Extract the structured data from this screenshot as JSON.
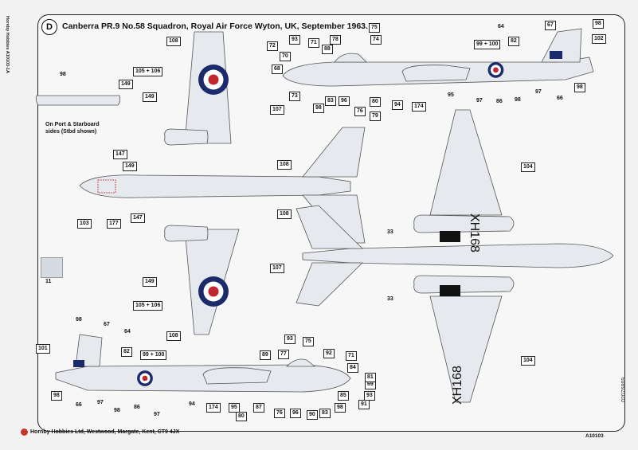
{
  "sheet_letter": "D",
  "title": "Canberra PR.9 No.58 Squadron, Royal Air Force Wyton, UK, September 1963.",
  "side_text": "Hornby Hobbies A10103-1A",
  "note": "On Port & Starboard sides (Stbd shown)",
  "color_swatch": {
    "number": "11",
    "color": "#d6dbe3"
  },
  "serial_marking": "XH168",
  "footer": "Hornby Hobbies Ltd, Westwood, Margate, Kent, CT9 4JX",
  "part_code": "A10103",
  "barcode_number": "02076869",
  "colors": {
    "roundel_outer": "#1b2a6b",
    "roundel_white": "#ffffff",
    "roundel_red": "#c0262d",
    "aircraft": "#e6e9ee",
    "dark_panel": "#111111"
  },
  "callouts": {
    "c1": "98",
    "c2": "149",
    "c3": "108",
    "c4": "105 + 106",
    "c5": "149",
    "c6": "107",
    "c7": "147",
    "c8": "149",
    "c9": "108",
    "c10": "103",
    "c11": "177",
    "c12": "147",
    "c13": "108",
    "c14": "107",
    "c15": "149",
    "c16": "105 + 106",
    "c17": "108",
    "c18": "72",
    "c19": "70",
    "c20": "68",
    "c21": "73",
    "c22": "93",
    "c23": "71",
    "c24": "88",
    "c25": "78",
    "c26": "98",
    "c27": "83",
    "c28": "96",
    "c29": "76",
    "c30": "80",
    "c31": "79",
    "c32": "75",
    "c33": "74",
    "c34": "94",
    "c35": "174",
    "c36": "95",
    "c37": "97",
    "c38": "86",
    "c39": "98",
    "c40": "97",
    "c41": "66",
    "c42": "98",
    "c43": "102",
    "c44": "98",
    "c45": "67",
    "c46": "64",
    "c47": "82",
    "c48": "99 + 100",
    "c49": "104",
    "c50": "33",
    "c51": "33",
    "c52": "104",
    "c53": "98",
    "c54": "67",
    "c55": "64",
    "c56": "101",
    "c57": "82",
    "c58": "99 + 100",
    "c59": "98",
    "c60": "66",
    "c61": "97",
    "c62": "98",
    "c63": "86",
    "c64": "97",
    "c65": "94",
    "c66": "174",
    "c67": "95",
    "c68": "87",
    "c69": "80",
    "c70": "76",
    "c71": "96",
    "c72": "90",
    "c73": "83",
    "c74": "98",
    "c75": "91",
    "c76": "93",
    "c77": "85",
    "c78": "69",
    "c79": "81",
    "c80": "84",
    "c81": "71",
    "c82": "92",
    "c83": "89",
    "c84": "77",
    "c85": "75",
    "c86": "93"
  }
}
